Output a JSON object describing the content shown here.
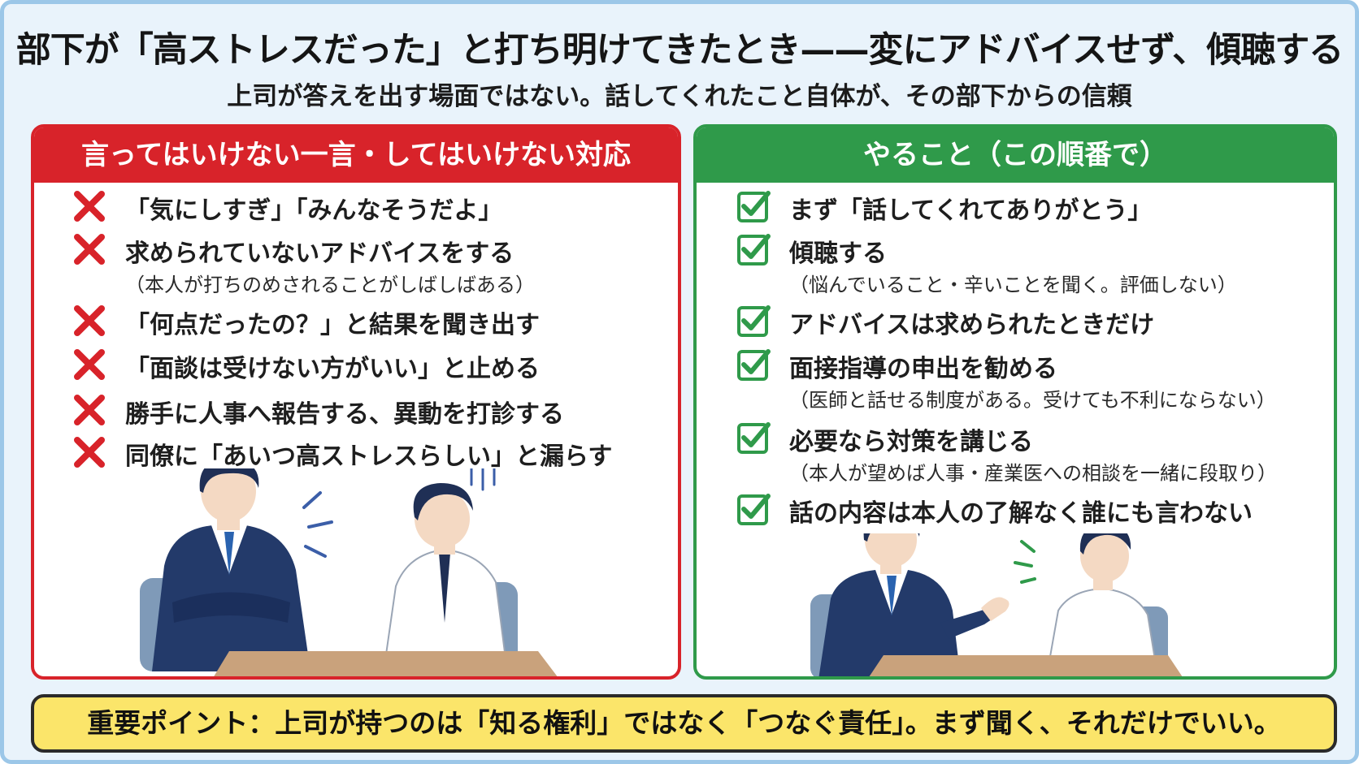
{
  "header": {
    "title": "部下が「高ストレスだった」と打ち明けてきたとき——変にアドバイスせず、傾聴する",
    "subtitle": "上司が答えを出す場面ではない。話してくれたこと自体が、その部下からの信頼"
  },
  "dont": {
    "heading": "言ってはいけない一言・してはいけない対応",
    "items": [
      {
        "text": "「気にしすぎ」「みんなそうだよ」"
      },
      {
        "text": "求められていないアドバイスをする",
        "note": "（本人が打ちのめされることがしばしばある）"
      },
      {
        "text": "「何点だったの？」と結果を聞き出す"
      },
      {
        "text": "「面談は受けない方がいい」と止める"
      },
      {
        "text": "勝手に人事へ報告する、異動を打診する"
      },
      {
        "text": "同僚に「あいつ高ストレスらしい」と漏らす"
      }
    ]
  },
  "do": {
    "heading": "やること（この順番で）",
    "items": [
      {
        "text": "まず「話してくれてありがとう」"
      },
      {
        "text": "傾聴する",
        "note": "（悩んでいること・辛いことを聞く。評価しない）"
      },
      {
        "text": "アドバイスは求められたときだけ"
      },
      {
        "text": "面接指導の申出を勧める",
        "note": "（医師と話せる制度がある。受けても不利にならない）"
      },
      {
        "text": "必要なら対策を講じる",
        "note": "（本人が望めば人事・産業医への相談を一緒に段取り）"
      },
      {
        "text": "話の内容は本人の了解なく誰にも言わない"
      }
    ]
  },
  "footer": {
    "point": "重要ポイント：上司が持つのは「知る権利」ではなく「つなぐ責任」。まず聞く、それだけでいい。"
  },
  "colors": {
    "dont_accent": "#d8232a",
    "do_accent": "#2f9a4a",
    "point_background": "#fbe56a",
    "page_background": "#e9f3fb"
  },
  "icons": {
    "dont_mark": "cross-icon",
    "do_mark": "checkbox-check-icon"
  }
}
